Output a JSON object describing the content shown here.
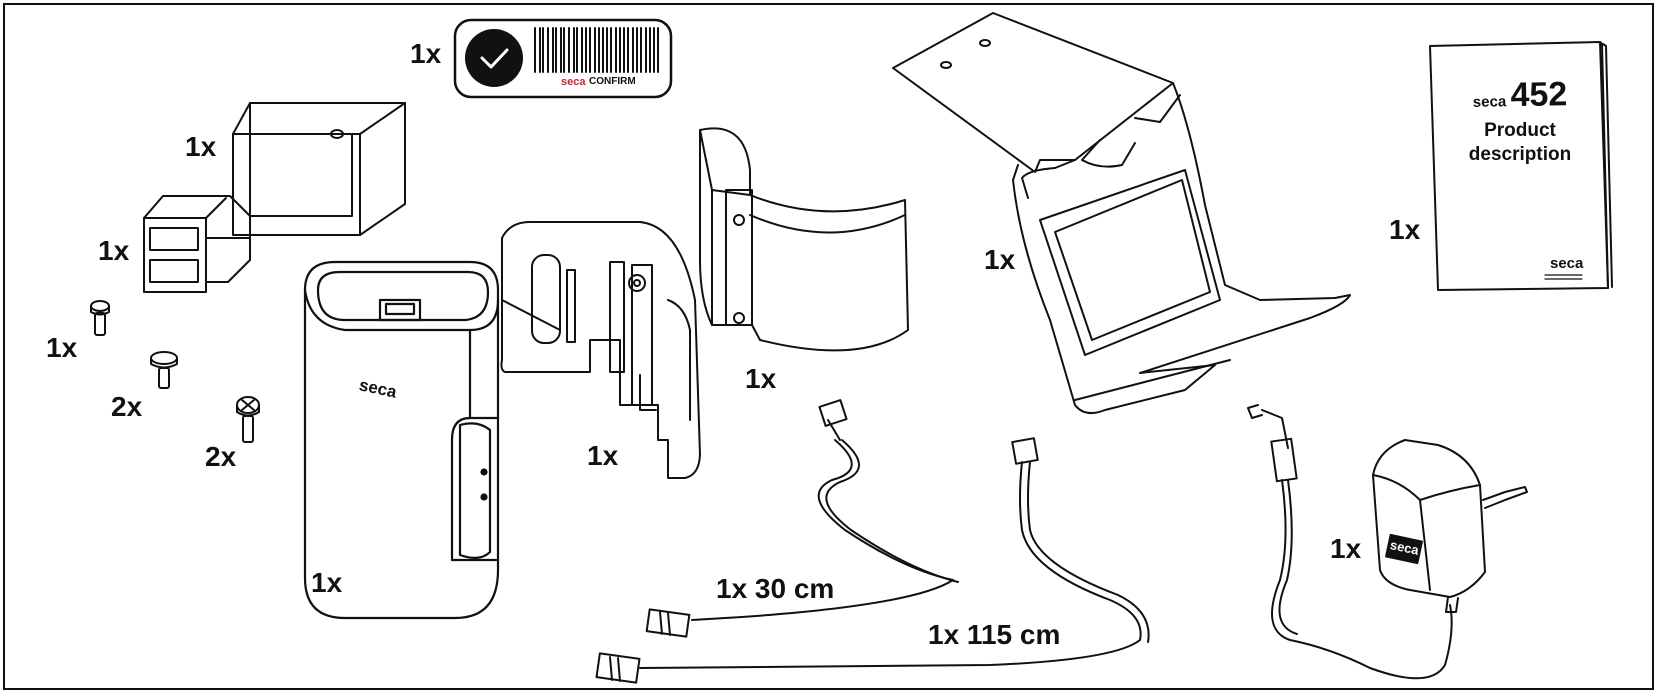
{
  "labels": {
    "badge_qty": "1x",
    "cap_qty": "1x",
    "splitter_qty": "1x",
    "screw_small_qty": "1x",
    "screw_round_qty": "2x",
    "screw_cross_qty": "2x",
    "module_qty": "1x",
    "clip_qty": "1x",
    "holder_qty": "1x",
    "stand_qty": "1x",
    "manual_qty": "1x",
    "cable_short": "1x 30 cm",
    "cable_long": "1x 115 cm",
    "adapter_qty": "1x"
  },
  "badge": {
    "brand": "seca",
    "text": "CONFIRM",
    "check_icon": "check-icon",
    "brand_color": "#d7262f"
  },
  "manual": {
    "brand": "seca",
    "model": "452",
    "title_line1": "Product",
    "title_line2": "description",
    "footer_brand": "seca"
  },
  "module": {
    "brand": "seca"
  },
  "adapter": {
    "brand": "seca"
  }
}
